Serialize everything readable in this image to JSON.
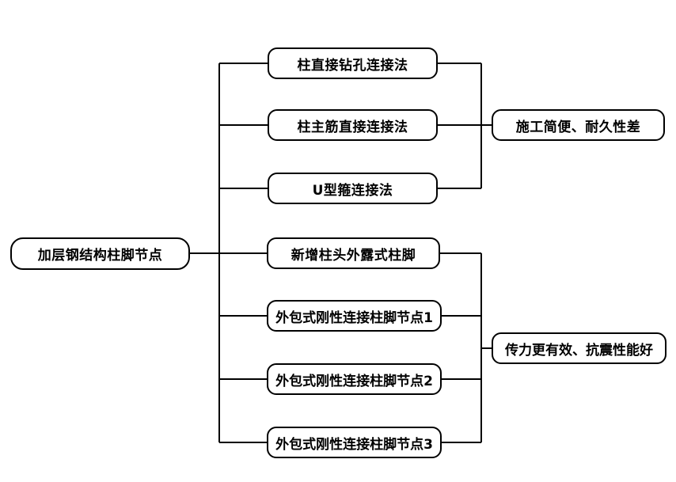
{
  "diagram": {
    "type": "tree-diagram",
    "title_node": {
      "label": "加层钢结构柱脚节点",
      "shape": "rounded-rect"
    },
    "methods": [
      {
        "id": "m1",
        "label": "柱直接钻孔连接法",
        "group": "simple"
      },
      {
        "id": "m2",
        "label": "柱主筋直接连接法",
        "group": "simple"
      },
      {
        "id": "m3",
        "label": "U型箍连接法",
        "group": "simple"
      },
      {
        "id": "m4",
        "label": "新增柱头外露式柱脚",
        "group": "rigid"
      },
      {
        "id": "m5",
        "label": "外包式刚性连接柱脚节点1",
        "group": "rigid"
      },
      {
        "id": "m6",
        "label": "外包式刚性连接柱脚节点2",
        "group": "rigid"
      },
      {
        "id": "m7",
        "label": "外包式刚性连接柱脚节点3",
        "group": "rigid"
      }
    ],
    "outcomes": [
      {
        "id": "o1",
        "label": "施工简便、耐久性差",
        "group": "simple"
      },
      {
        "id": "o2",
        "label": "传力更有效、抗震性能好",
        "group": "rigid"
      }
    ],
    "style": {
      "line_color": "#000000",
      "box_border_color": "#000000",
      "box_fill": "#ffffff",
      "text_color": "#000000",
      "background": "#ffffff"
    }
  }
}
